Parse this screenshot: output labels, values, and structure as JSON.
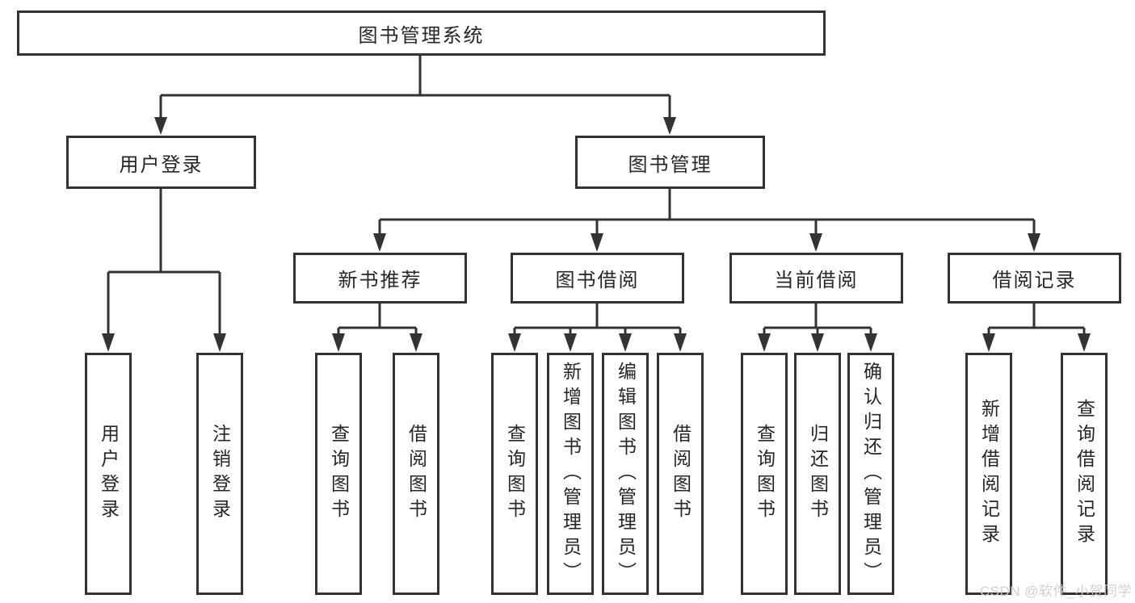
{
  "diagram": {
    "root": "图书管理系统",
    "level2": {
      "user_login": "用户登录",
      "book_mgmt": "图书管理"
    },
    "level3": {
      "new_book_rec": "新书推荐",
      "book_borrow": "图书借阅",
      "current_borrow": "当前借阅",
      "borrow_records": "借阅记录"
    },
    "leaves": {
      "user_login": "用户登录",
      "logout": "注销登录",
      "nb_query": "查询图书",
      "nb_borrow": "借阅图书",
      "bb_query": "查询图书",
      "bb_add": "新增图书（管理员）",
      "bb_edit": "编辑图书（管理员）",
      "bb_borrow": "借阅图书",
      "cb_query": "查询图书",
      "cb_return": "归还图书",
      "cb_confirm": "确认归还（管理员）",
      "br_add": "新增借阅记录",
      "br_query": "查询借阅记录"
    }
  },
  "watermark": "CSDN @软件_小贺同学",
  "colors": {
    "line": "#333333",
    "box_border": "#333333",
    "text": "#262626",
    "background": "#ffffff",
    "watermark": "#cfcfcf"
  }
}
